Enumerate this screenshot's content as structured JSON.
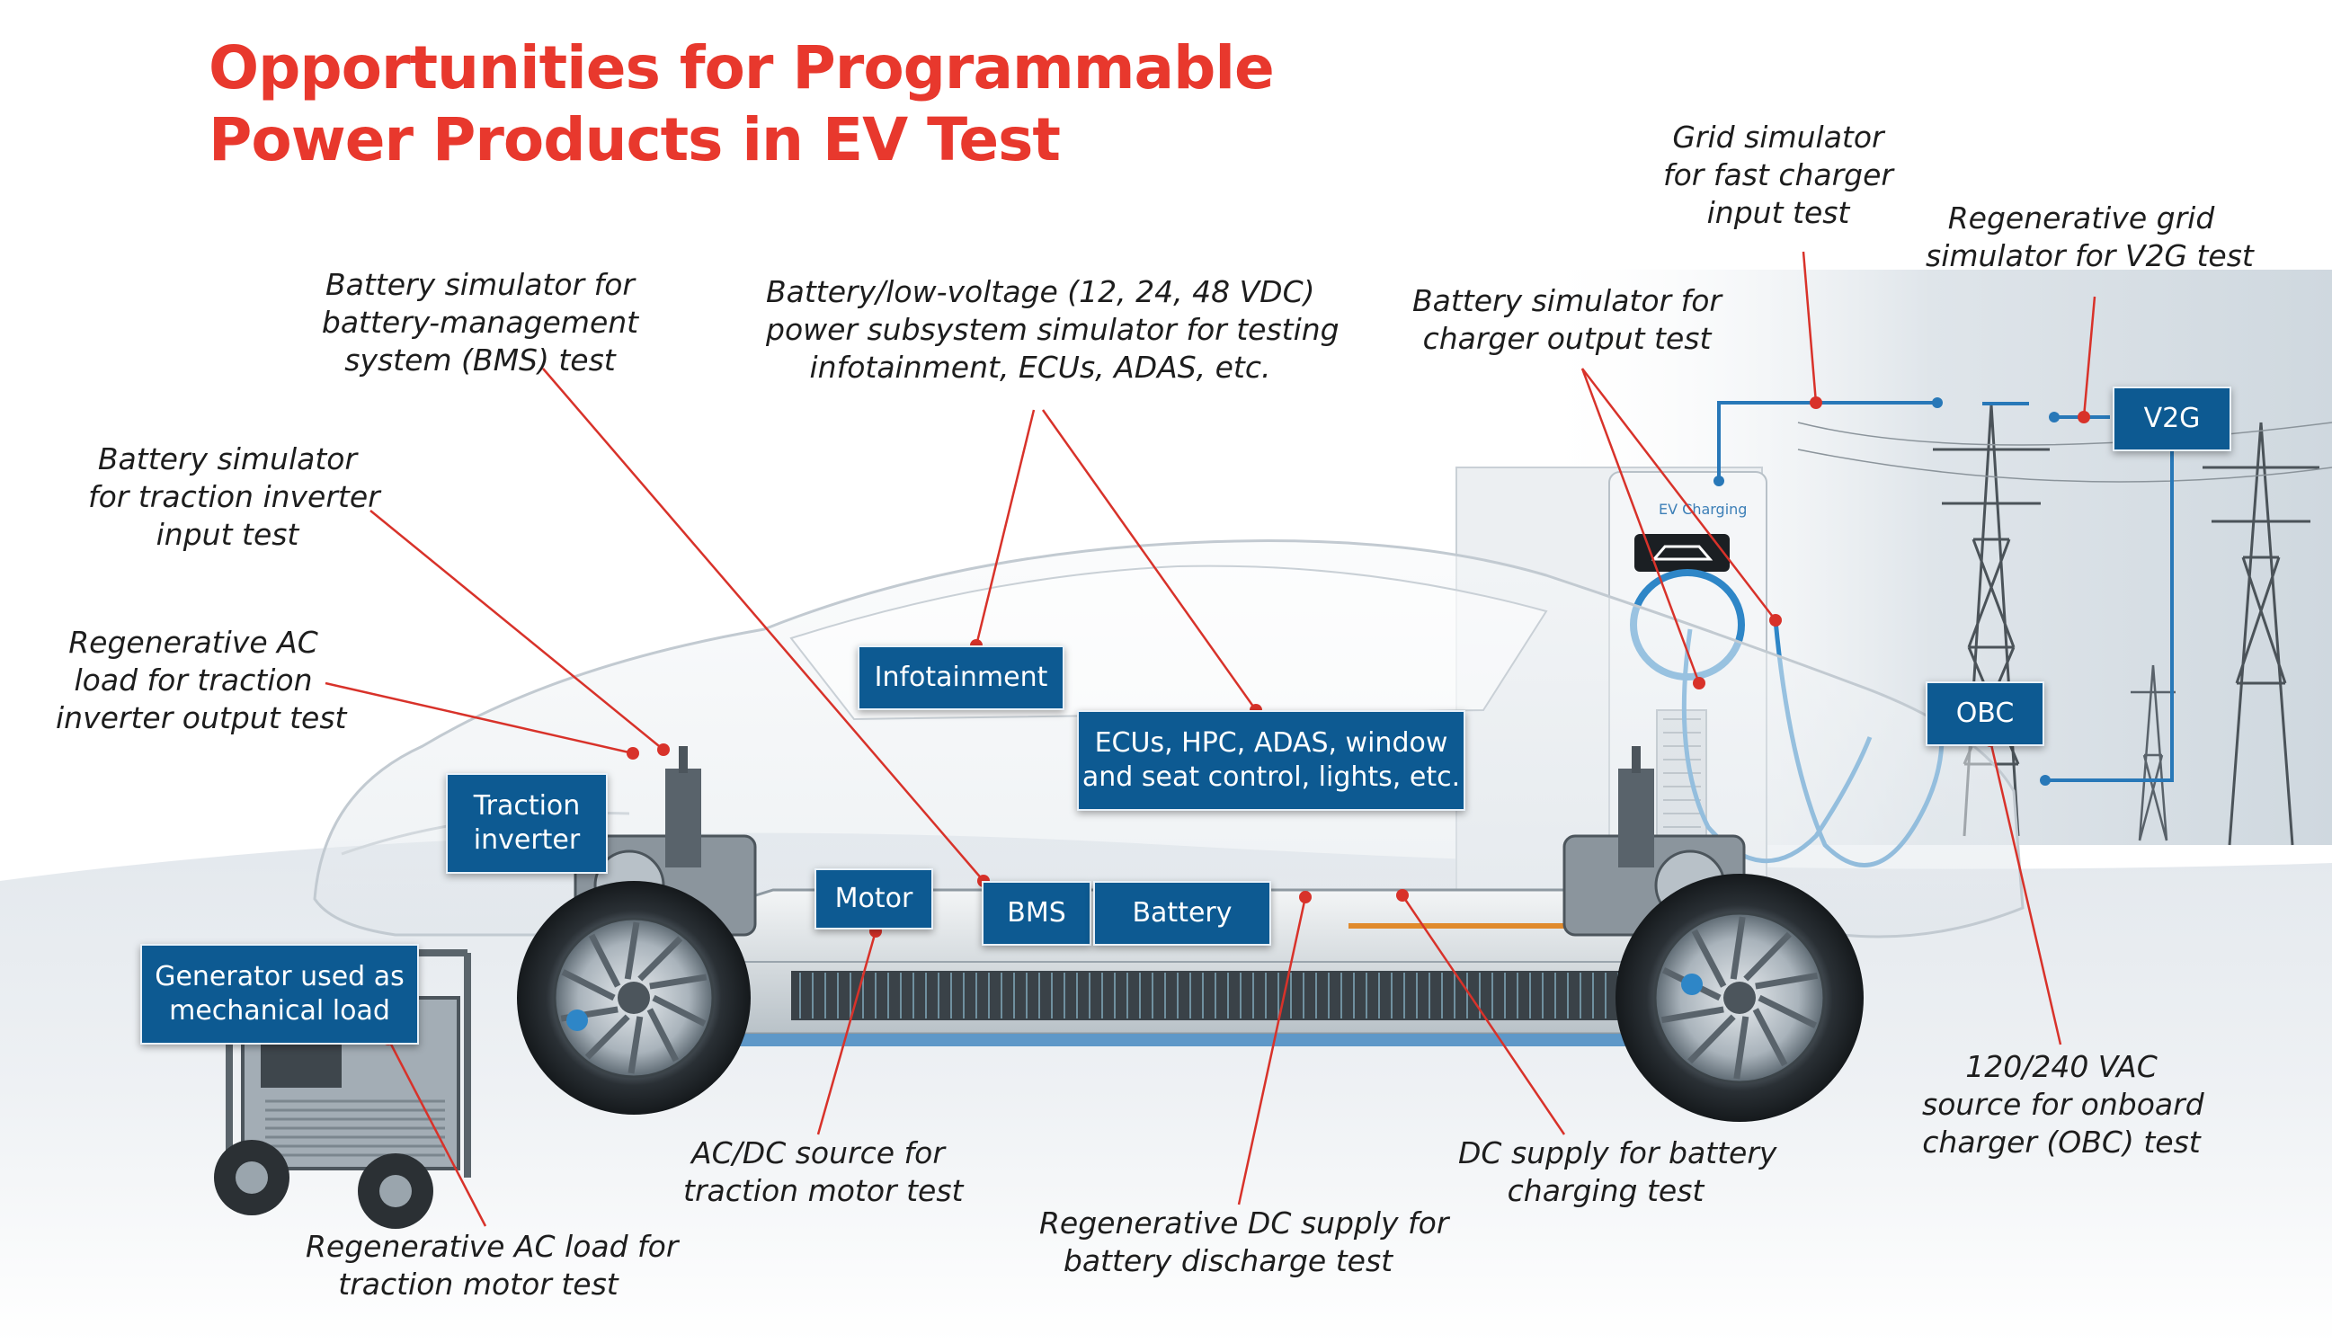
{
  "title": {
    "line1": "Opportunities for Programmable",
    "line2": "Power Products in EV Test"
  },
  "callouts": {
    "bms_sim": [
      "Battery simulator for",
      "battery-management",
      "system (BMS) test"
    ],
    "low_voltage": [
      "Battery/low-voltage (12, 24, 48 VDC)",
      "power subsystem  simulator for testing",
      "infotainment, ECUs, ADAS, etc."
    ],
    "charger_output": [
      "Battery simulator for",
      "charger output test"
    ],
    "grid_sim": [
      "Grid simulator",
      "for fast charger",
      "input test"
    ],
    "v2g_grid": [
      "Regenerative grid",
      "simulator for V2G test"
    ],
    "traction_input": [
      "Battery simulator",
      "for traction inverter",
      "input test"
    ],
    "traction_output": [
      "Regenerative AC",
      "load for traction",
      "inverter output test"
    ],
    "obc_source": [
      "120/240 VAC",
      "source for onboard",
      "charger (OBC) test"
    ],
    "acdc_motor": [
      "AC/DC source for",
      "traction motor test"
    ],
    "dc_charging": [
      "DC supply for battery",
      "charging test"
    ],
    "dc_discharge": [
      "Regenerative DC supply for",
      "battery discharge  test"
    ],
    "ac_load_motor": [
      "Regenerative AC load for",
      "traction motor test"
    ]
  },
  "boxes": {
    "infotainment": [
      "Infotainment"
    ],
    "ecus": [
      "ECUs, HPC, ADAS, window",
      "and seat control, lights, etc."
    ],
    "traction_inverter": [
      "Traction",
      "inverter"
    ],
    "motor": [
      "Motor"
    ],
    "bms": [
      "BMS"
    ],
    "battery": [
      "Battery"
    ],
    "generator": [
      "Generator used as",
      "mechanical load"
    ],
    "v2g": [
      "V2G"
    ],
    "obc": [
      "OBC"
    ]
  },
  "charger_brand": "EV Charging",
  "colors": {
    "title": "#e8382d",
    "leader_line": "#d8322a",
    "box_fill": "#0d5a92",
    "wire": "#2878b8"
  }
}
